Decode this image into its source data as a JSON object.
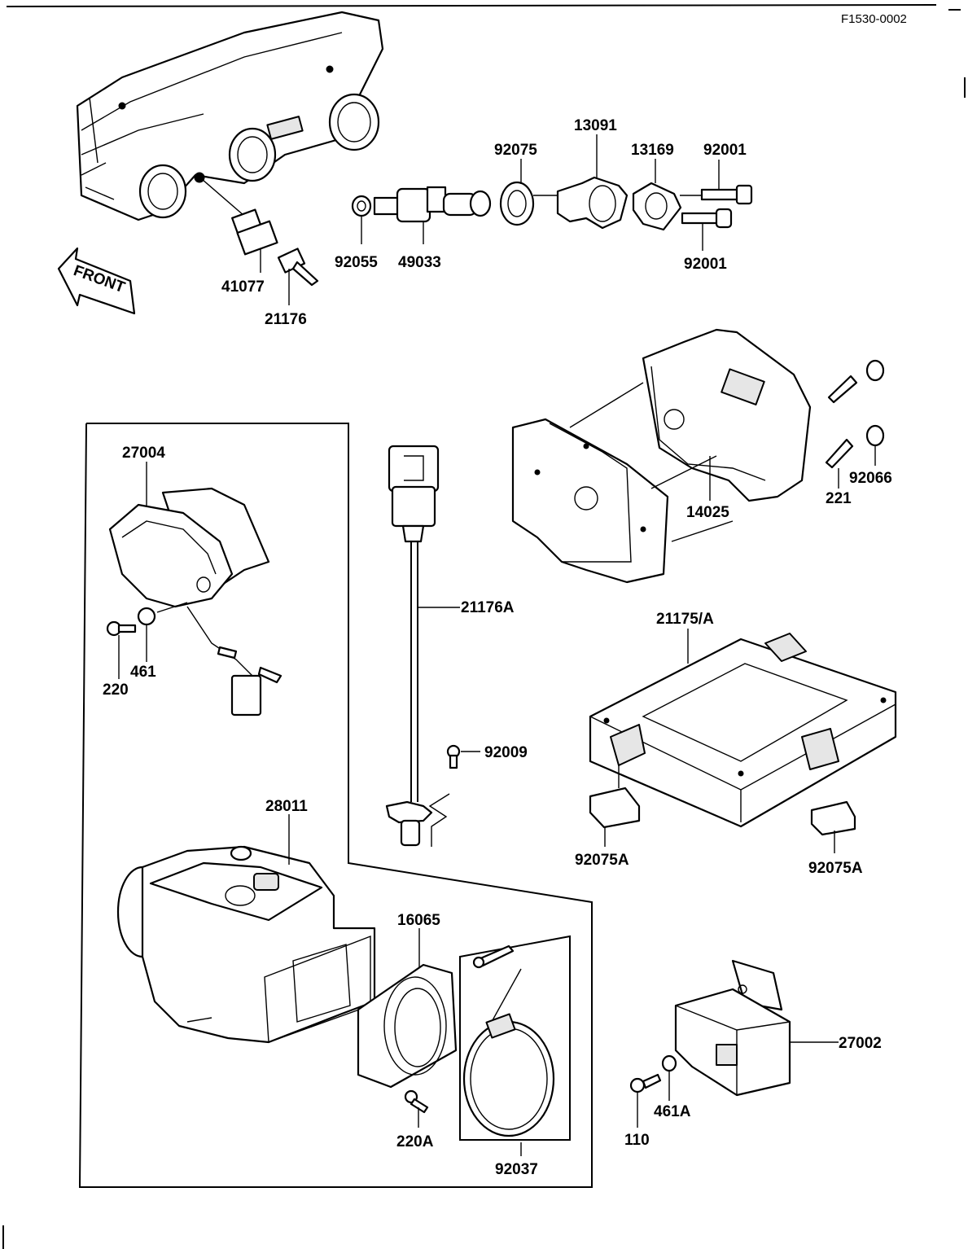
{
  "diagram_code": "F1530-0002",
  "front_label": "FRONT",
  "parts": {
    "p41077": "41077",
    "p21176": "21176",
    "p92055": "92055",
    "p49033": "49033",
    "p92075": "92075",
    "p13091": "13091",
    "p13169": "13169",
    "p92001a": "92001",
    "p92001b": "92001",
    "p14025": "14025",
    "p221": "221",
    "p92066": "92066",
    "p27004": "27004",
    "p461": "461",
    "p220": "220",
    "p21176A": "21176A",
    "p92009": "92009",
    "p21175A": "21175/A",
    "p92075Aa": "92075A",
    "p92075Ab": "92075A",
    "p28011": "28011",
    "p16065": "16065",
    "p220A": "220A",
    "p92037": "92037",
    "p27002": "27002",
    "p110": "110",
    "p461A": "461A"
  }
}
